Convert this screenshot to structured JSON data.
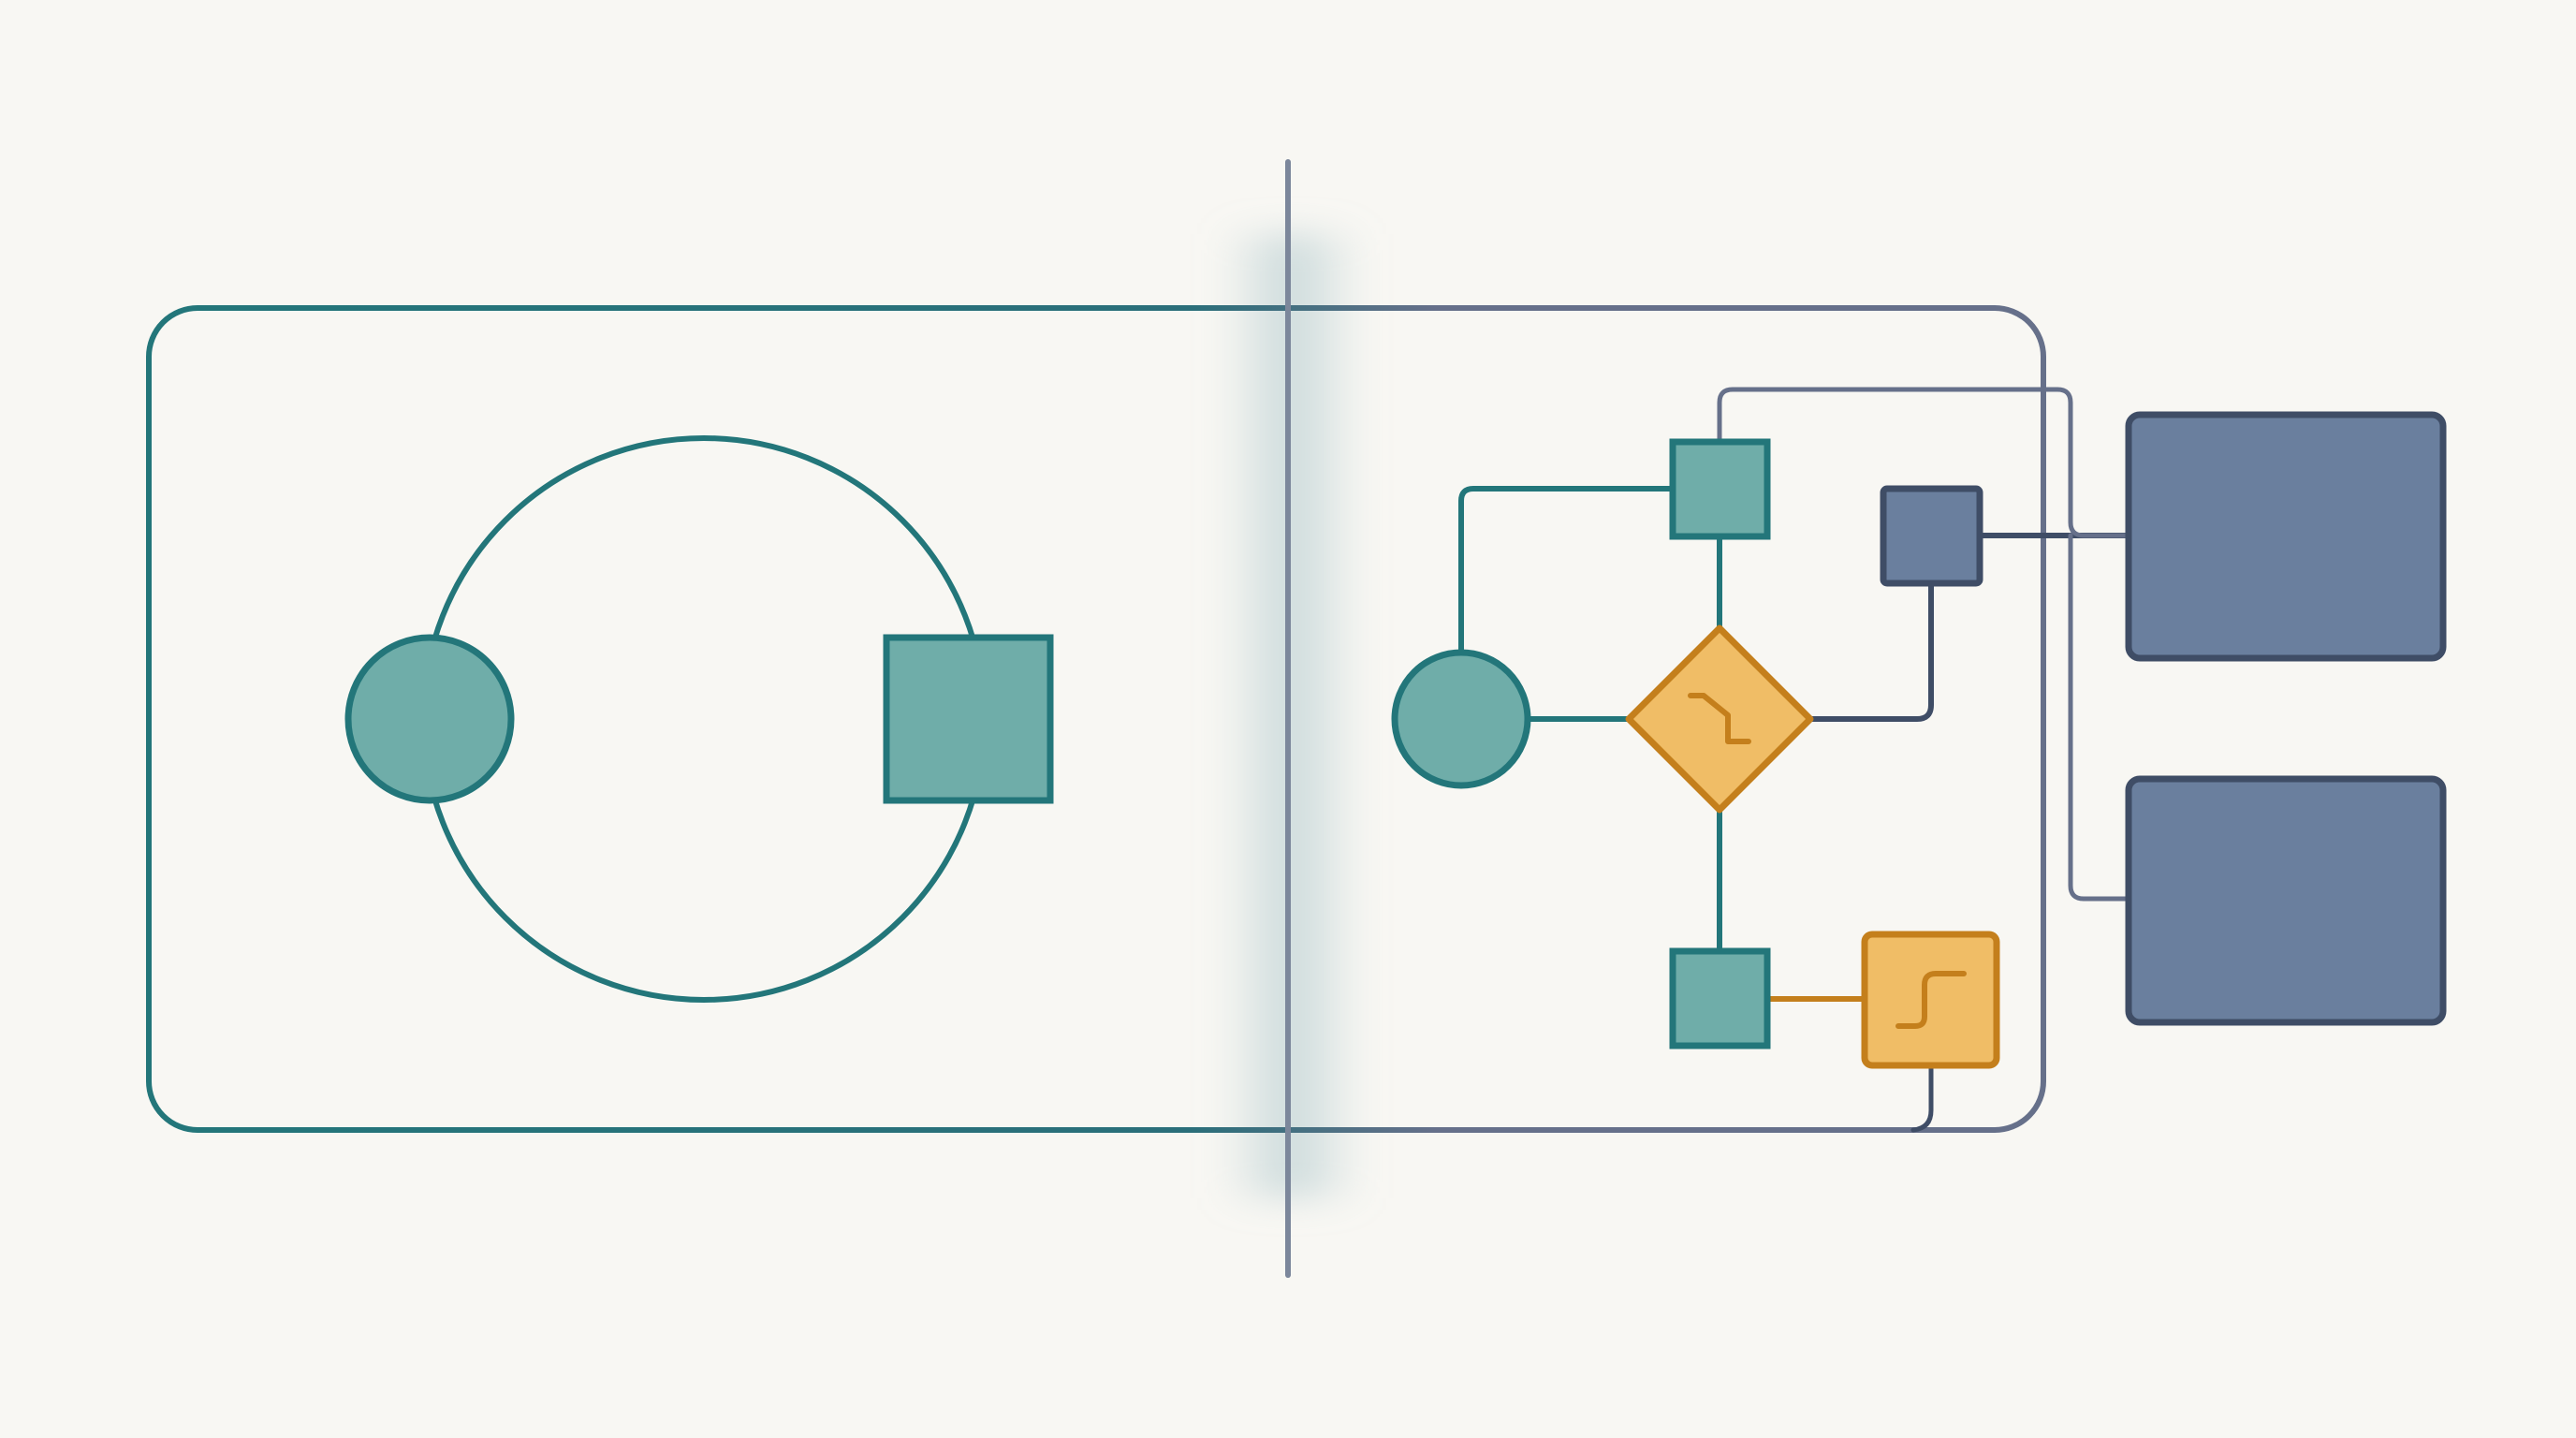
{
  "colors": {
    "background": "#f8f7f3",
    "teal_stroke": "#23767a",
    "teal_fill": "#6fada9",
    "slate_stroke": "#3f4d66",
    "slate_fill": "#6a7f9e",
    "slate_line": "#66708a",
    "amber_stroke": "#c47f1c",
    "amber_fill": "#f0bd66",
    "divider": "#7c879b",
    "glow": "#a9c4c9"
  },
  "diagram": {
    "description_free": true,
    "left_panel": {
      "nodes": [
        {
          "kind": "circle",
          "color": "teal"
        },
        {
          "kind": "square",
          "color": "teal"
        }
      ],
      "connection": "loop"
    },
    "right_panel": {
      "nodes": [
        {
          "kind": "circle",
          "color": "teal"
        },
        {
          "kind": "diamond",
          "color": "amber",
          "glyph": "step-down"
        },
        {
          "kind": "square",
          "color": "teal",
          "position": "top"
        },
        {
          "kind": "square",
          "color": "teal",
          "position": "bottom"
        },
        {
          "kind": "square",
          "color": "slate"
        },
        {
          "kind": "square",
          "color": "amber",
          "glyph": "step-up"
        }
      ]
    },
    "external_blocks": [
      {
        "kind": "rectangle",
        "color": "slate"
      },
      {
        "kind": "rectangle",
        "color": "slate"
      }
    ]
  }
}
